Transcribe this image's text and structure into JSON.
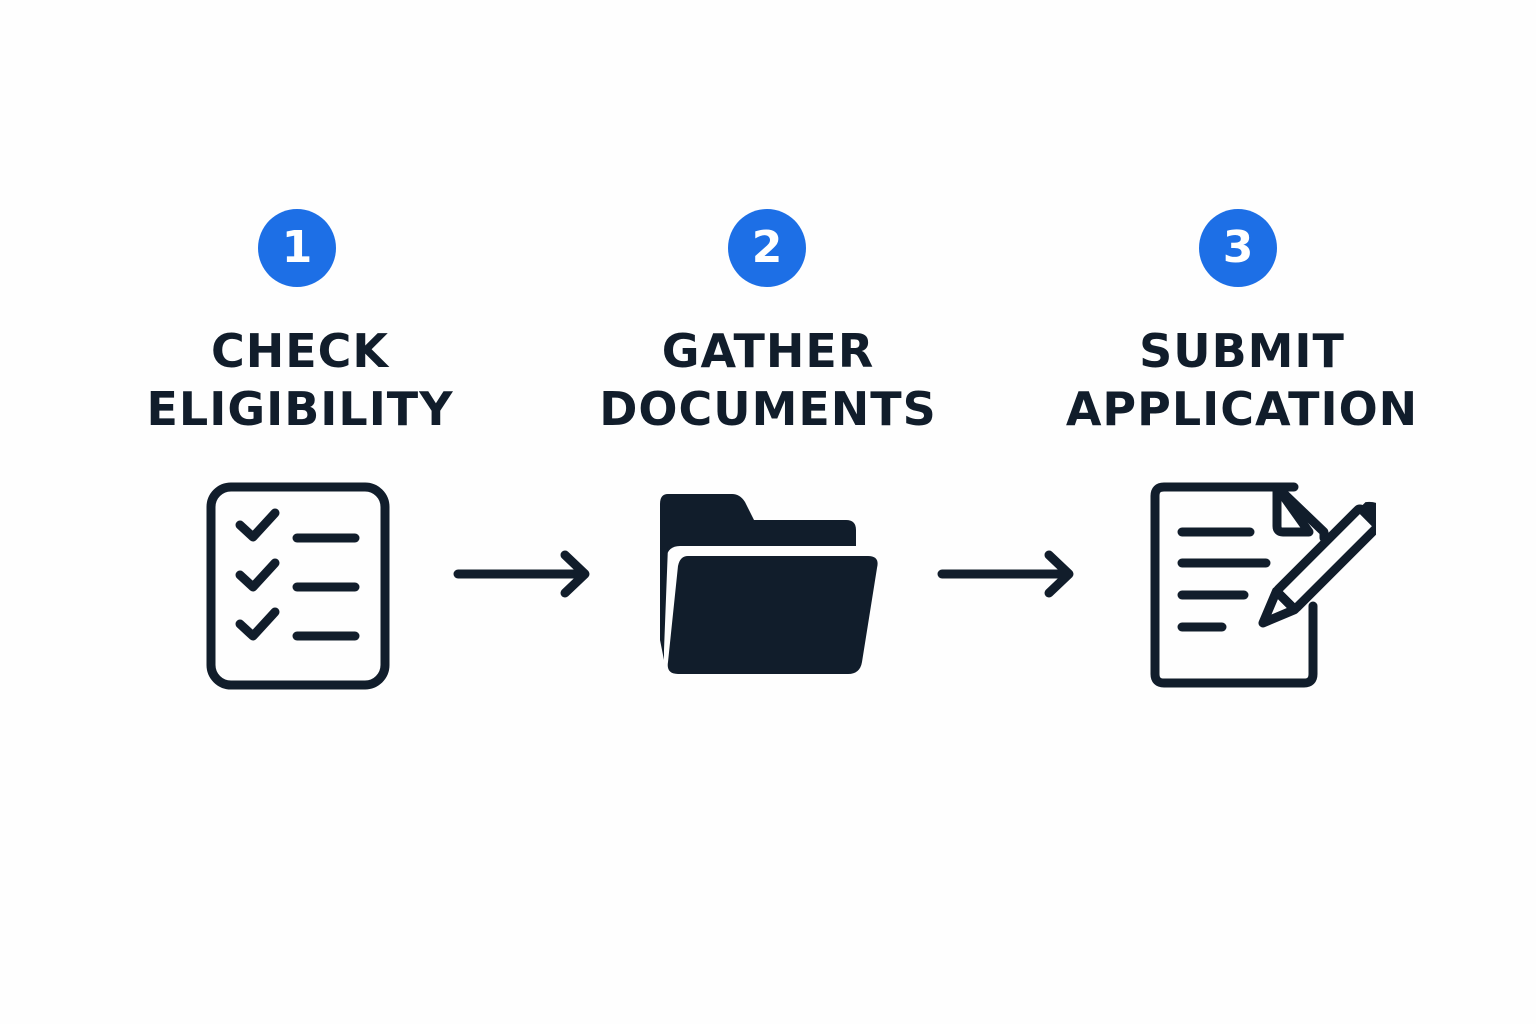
{
  "colors": {
    "accent": "#1d6fe6",
    "ink": "#111d2b",
    "background": "#fefefe"
  },
  "steps": [
    {
      "number": "1",
      "title_line1": "CHECK",
      "title_line2": "ELIGIBILITY",
      "icon": "checklist-icon"
    },
    {
      "number": "2",
      "title_line1": "GATHER",
      "title_line2": "DOCUMENTS",
      "icon": "folder-icon"
    },
    {
      "number": "3",
      "title_line1": "SUBMIT",
      "title_line2": "APPLICATION",
      "icon": "document-pen-icon"
    }
  ],
  "connectors": [
    "arrow-right-icon",
    "arrow-right-icon"
  ]
}
